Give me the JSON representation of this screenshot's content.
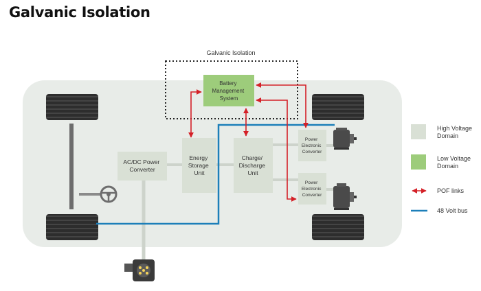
{
  "title": "Galvanic Isolation",
  "isolation_label": "Galvanic Isolation",
  "blocks": {
    "bms": [
      "Battery",
      "Management",
      "System"
    ],
    "acdc": [
      "AC/DC Power",
      "Converter"
    ],
    "storage": [
      "Energy",
      "Storage",
      "Unit"
    ],
    "charge": [
      "Charge/",
      "Discharge",
      "Unit"
    ],
    "pec_top": [
      "Power",
      "Electronic",
      "Converter"
    ],
    "pec_bottom": [
      "Power",
      "Electronic",
      "Converter"
    ]
  },
  "legend": {
    "high_voltage": [
      "High Voltage",
      "Domain"
    ],
    "low_voltage": [
      "Low Voltage",
      "Domain"
    ],
    "pof": "POF links",
    "bus48": "48 Volt bus"
  },
  "colors": {
    "high_voltage": "#d9e0d5",
    "low_voltage": "#9dcc7b",
    "pof": "#d42027",
    "bus48": "#1c7fb9",
    "car_body": "#e8ece8"
  },
  "icons": [
    "tire",
    "steering-wheel",
    "electric-motor",
    "charging-plug"
  ]
}
